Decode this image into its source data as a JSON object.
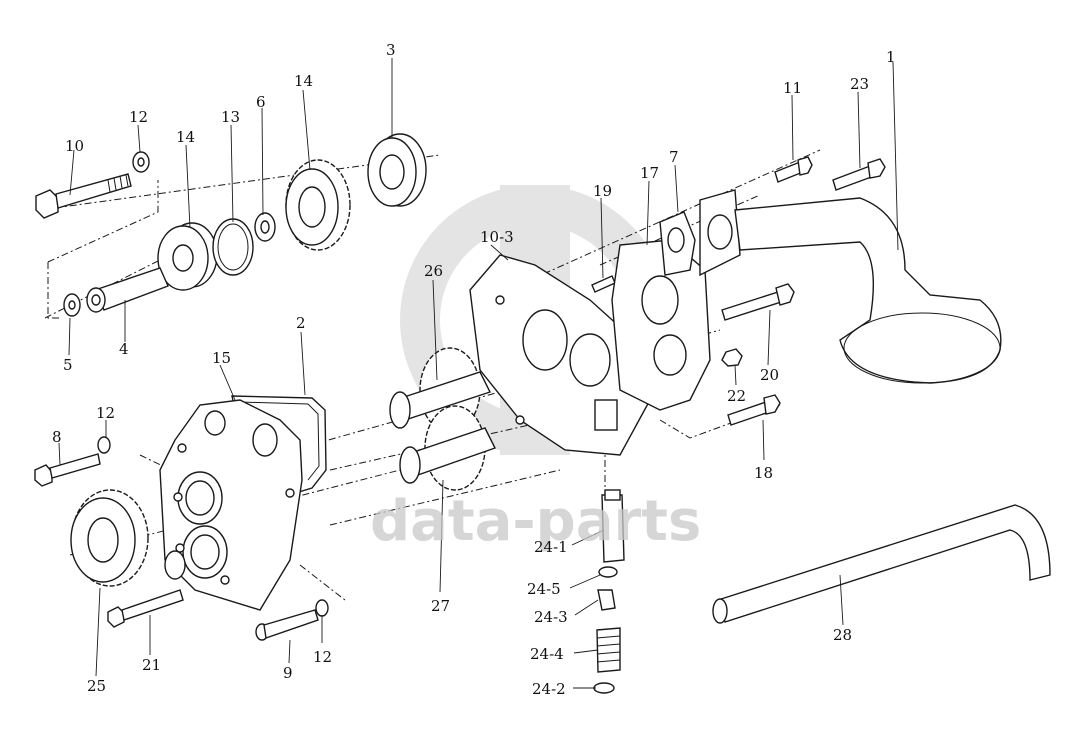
{
  "watermark": {
    "text": "data-parts",
    "color": "#c9c9c9"
  },
  "labels": [
    {
      "id": "l1",
      "text": "1"
    },
    {
      "id": "l2",
      "text": "2"
    },
    {
      "id": "l3",
      "text": "3"
    },
    {
      "id": "l4",
      "text": "4"
    },
    {
      "id": "l5",
      "text": "5"
    },
    {
      "id": "l6",
      "text": "6"
    },
    {
      "id": "l7",
      "text": "7"
    },
    {
      "id": "l8",
      "text": "8"
    },
    {
      "id": "l9",
      "text": "9"
    },
    {
      "id": "l10",
      "text": "10"
    },
    {
      "id": "l10_3",
      "text": "10-3"
    },
    {
      "id": "l11",
      "text": "11"
    },
    {
      "id": "l12a",
      "text": "12"
    },
    {
      "id": "l12b",
      "text": "12"
    },
    {
      "id": "l12c",
      "text": "12"
    },
    {
      "id": "l13",
      "text": "13"
    },
    {
      "id": "l14a",
      "text": "14"
    },
    {
      "id": "l14b",
      "text": "14"
    },
    {
      "id": "l15",
      "text": "15"
    },
    {
      "id": "l17",
      "text": "17"
    },
    {
      "id": "l18",
      "text": "18"
    },
    {
      "id": "l19",
      "text": "19"
    },
    {
      "id": "l20",
      "text": "20"
    },
    {
      "id": "l21",
      "text": "21"
    },
    {
      "id": "l22",
      "text": "22"
    },
    {
      "id": "l23",
      "text": "23"
    },
    {
      "id": "l24_1",
      "text": "24-1"
    },
    {
      "id": "l24_2",
      "text": "24-2"
    },
    {
      "id": "l24_3",
      "text": "24-3"
    },
    {
      "id": "l24_4",
      "text": "24-4"
    },
    {
      "id": "l24_5",
      "text": "24-5"
    },
    {
      "id": "l25",
      "text": "25"
    },
    {
      "id": "l26",
      "text": "26"
    },
    {
      "id": "l27",
      "text": "27"
    },
    {
      "id": "l28",
      "text": "28"
    }
  ]
}
